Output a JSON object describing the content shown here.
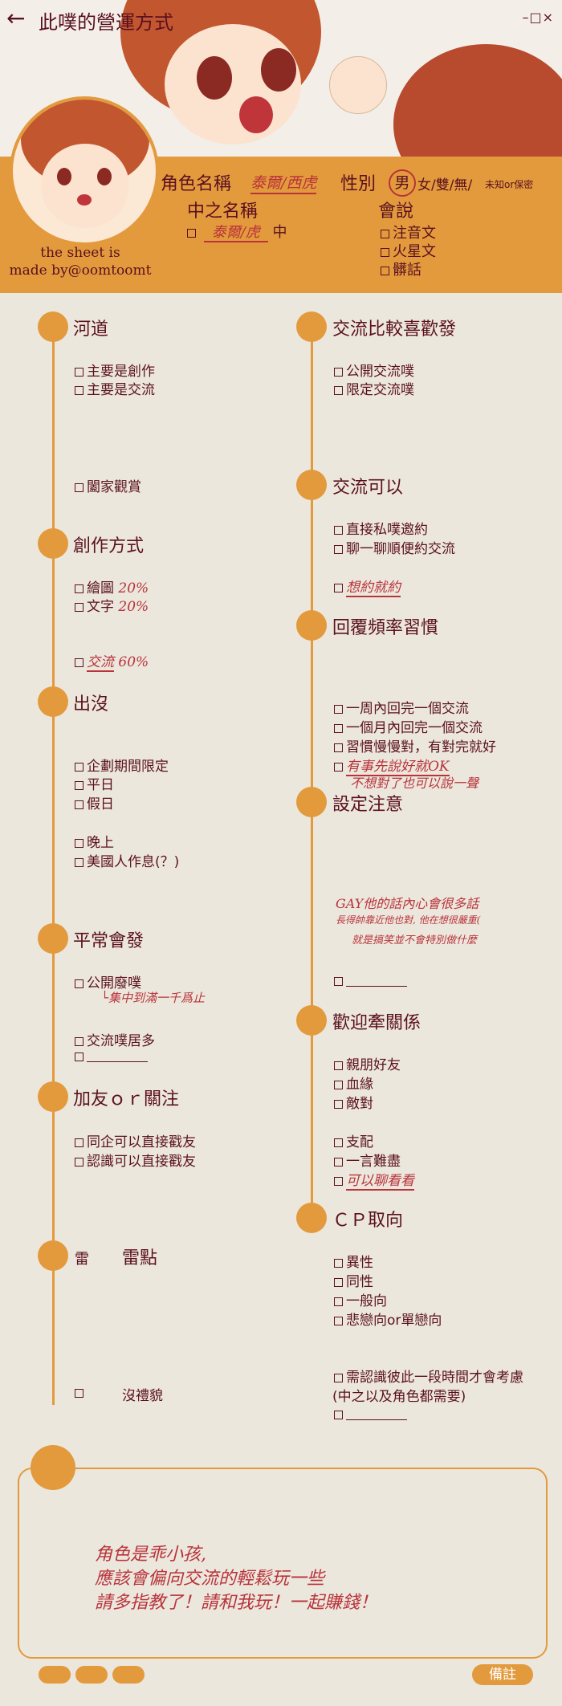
{
  "header": {
    "title": "此噗的營運方式",
    "back_glyph": "←",
    "window_controls": "–□×",
    "credit_line1": "the sheet is",
    "credit_line2": "made by@oomtoomt"
  },
  "profile": {
    "char_name_label": "角色名稱",
    "char_name_value": "泰爾/西虎",
    "gender_label": "性別",
    "gender_selected": "男",
    "gender_rest": "女/雙/無/",
    "gender_small": "未知or保密",
    "player_name_label": "中之名稱",
    "player_name_value": "泰爾/虎",
    "player_name_suffix": "中",
    "speaks_label": "會說",
    "speaks_options": [
      "注音文",
      "火星文",
      "髒話"
    ]
  },
  "sections": {
    "hedao": {
      "title": "河道",
      "items": [
        "主要是創作",
        "主要是交流",
        "闔家觀賞"
      ]
    },
    "creation": {
      "title": "創作方式",
      "items": [
        "繪圖",
        "文字",
        "交流"
      ],
      "values": [
        "20%",
        "20%",
        "60%"
      ]
    },
    "appearance": {
      "title": "出沒",
      "items": [
        "企劃期間限定",
        "平日",
        "假日",
        "晚上",
        "美國人作息(？)"
      ]
    },
    "usual": {
      "title": "平常會發",
      "items": [
        "公開廢噗",
        "交流噗居多"
      ],
      "note": "└集中到滿一千爲止"
    },
    "friend": {
      "title": "加友ｏｒ關注",
      "items": [
        "同企可以直接戳友",
        "認識可以直接戳友"
      ]
    },
    "thunder": {
      "title": "雷點",
      "label_left": "雷",
      "item": "沒禮貌"
    },
    "prefer": {
      "title": "交流比較喜歡發",
      "items": [
        "公開交流噗",
        "限定交流噗"
      ]
    },
    "ok": {
      "title": "交流可以",
      "items": [
        "直接私噗邀約",
        "聊一聊順便約交流"
      ],
      "handwritten": "想約就約"
    },
    "reply": {
      "title": "回覆頻率習慣",
      "items": [
        "一周內回完一個交流",
        "一個月內回完一個交流",
        "習慣慢慢對，有對完就好"
      ],
      "handwritten1": "有事先說好就OK",
      "handwritten2": "不想對了也可以說一聲"
    },
    "setting": {
      "title": "設定注意",
      "note1": "GAY他的話內心會很多話",
      "note2": "長得帥靠近他也對, 他在想很嚴重(",
      "note3": "就是搞笑並不會特別做什麼"
    },
    "relation": {
      "title": "歡迎牽關係",
      "items": [
        "親朋好友",
        "血緣",
        "敵對",
        "支配",
        "一言難盡"
      ],
      "handwritten": "可以聊看看"
    },
    "cp": {
      "title": "ＣＰ取向",
      "items": [
        "異性",
        "同性",
        "一般向",
        "悲戀向or單戀向"
      ],
      "extra1": "需認識彼此一段時間才會考慮",
      "extra2": "(中之以及角色都需要)"
    }
  },
  "bottom": {
    "line1": "角色是乖小孩,",
    "line2": "應該會偏向交流的輕鬆玩一些",
    "line3": "請多指教了！請和我玩！一起賺錢！",
    "notes_button": "備註"
  },
  "colors": {
    "accent": "#e39a3d",
    "text": "#5a1020",
    "handwriting": "#b8333a",
    "background": "#ece7dd"
  }
}
